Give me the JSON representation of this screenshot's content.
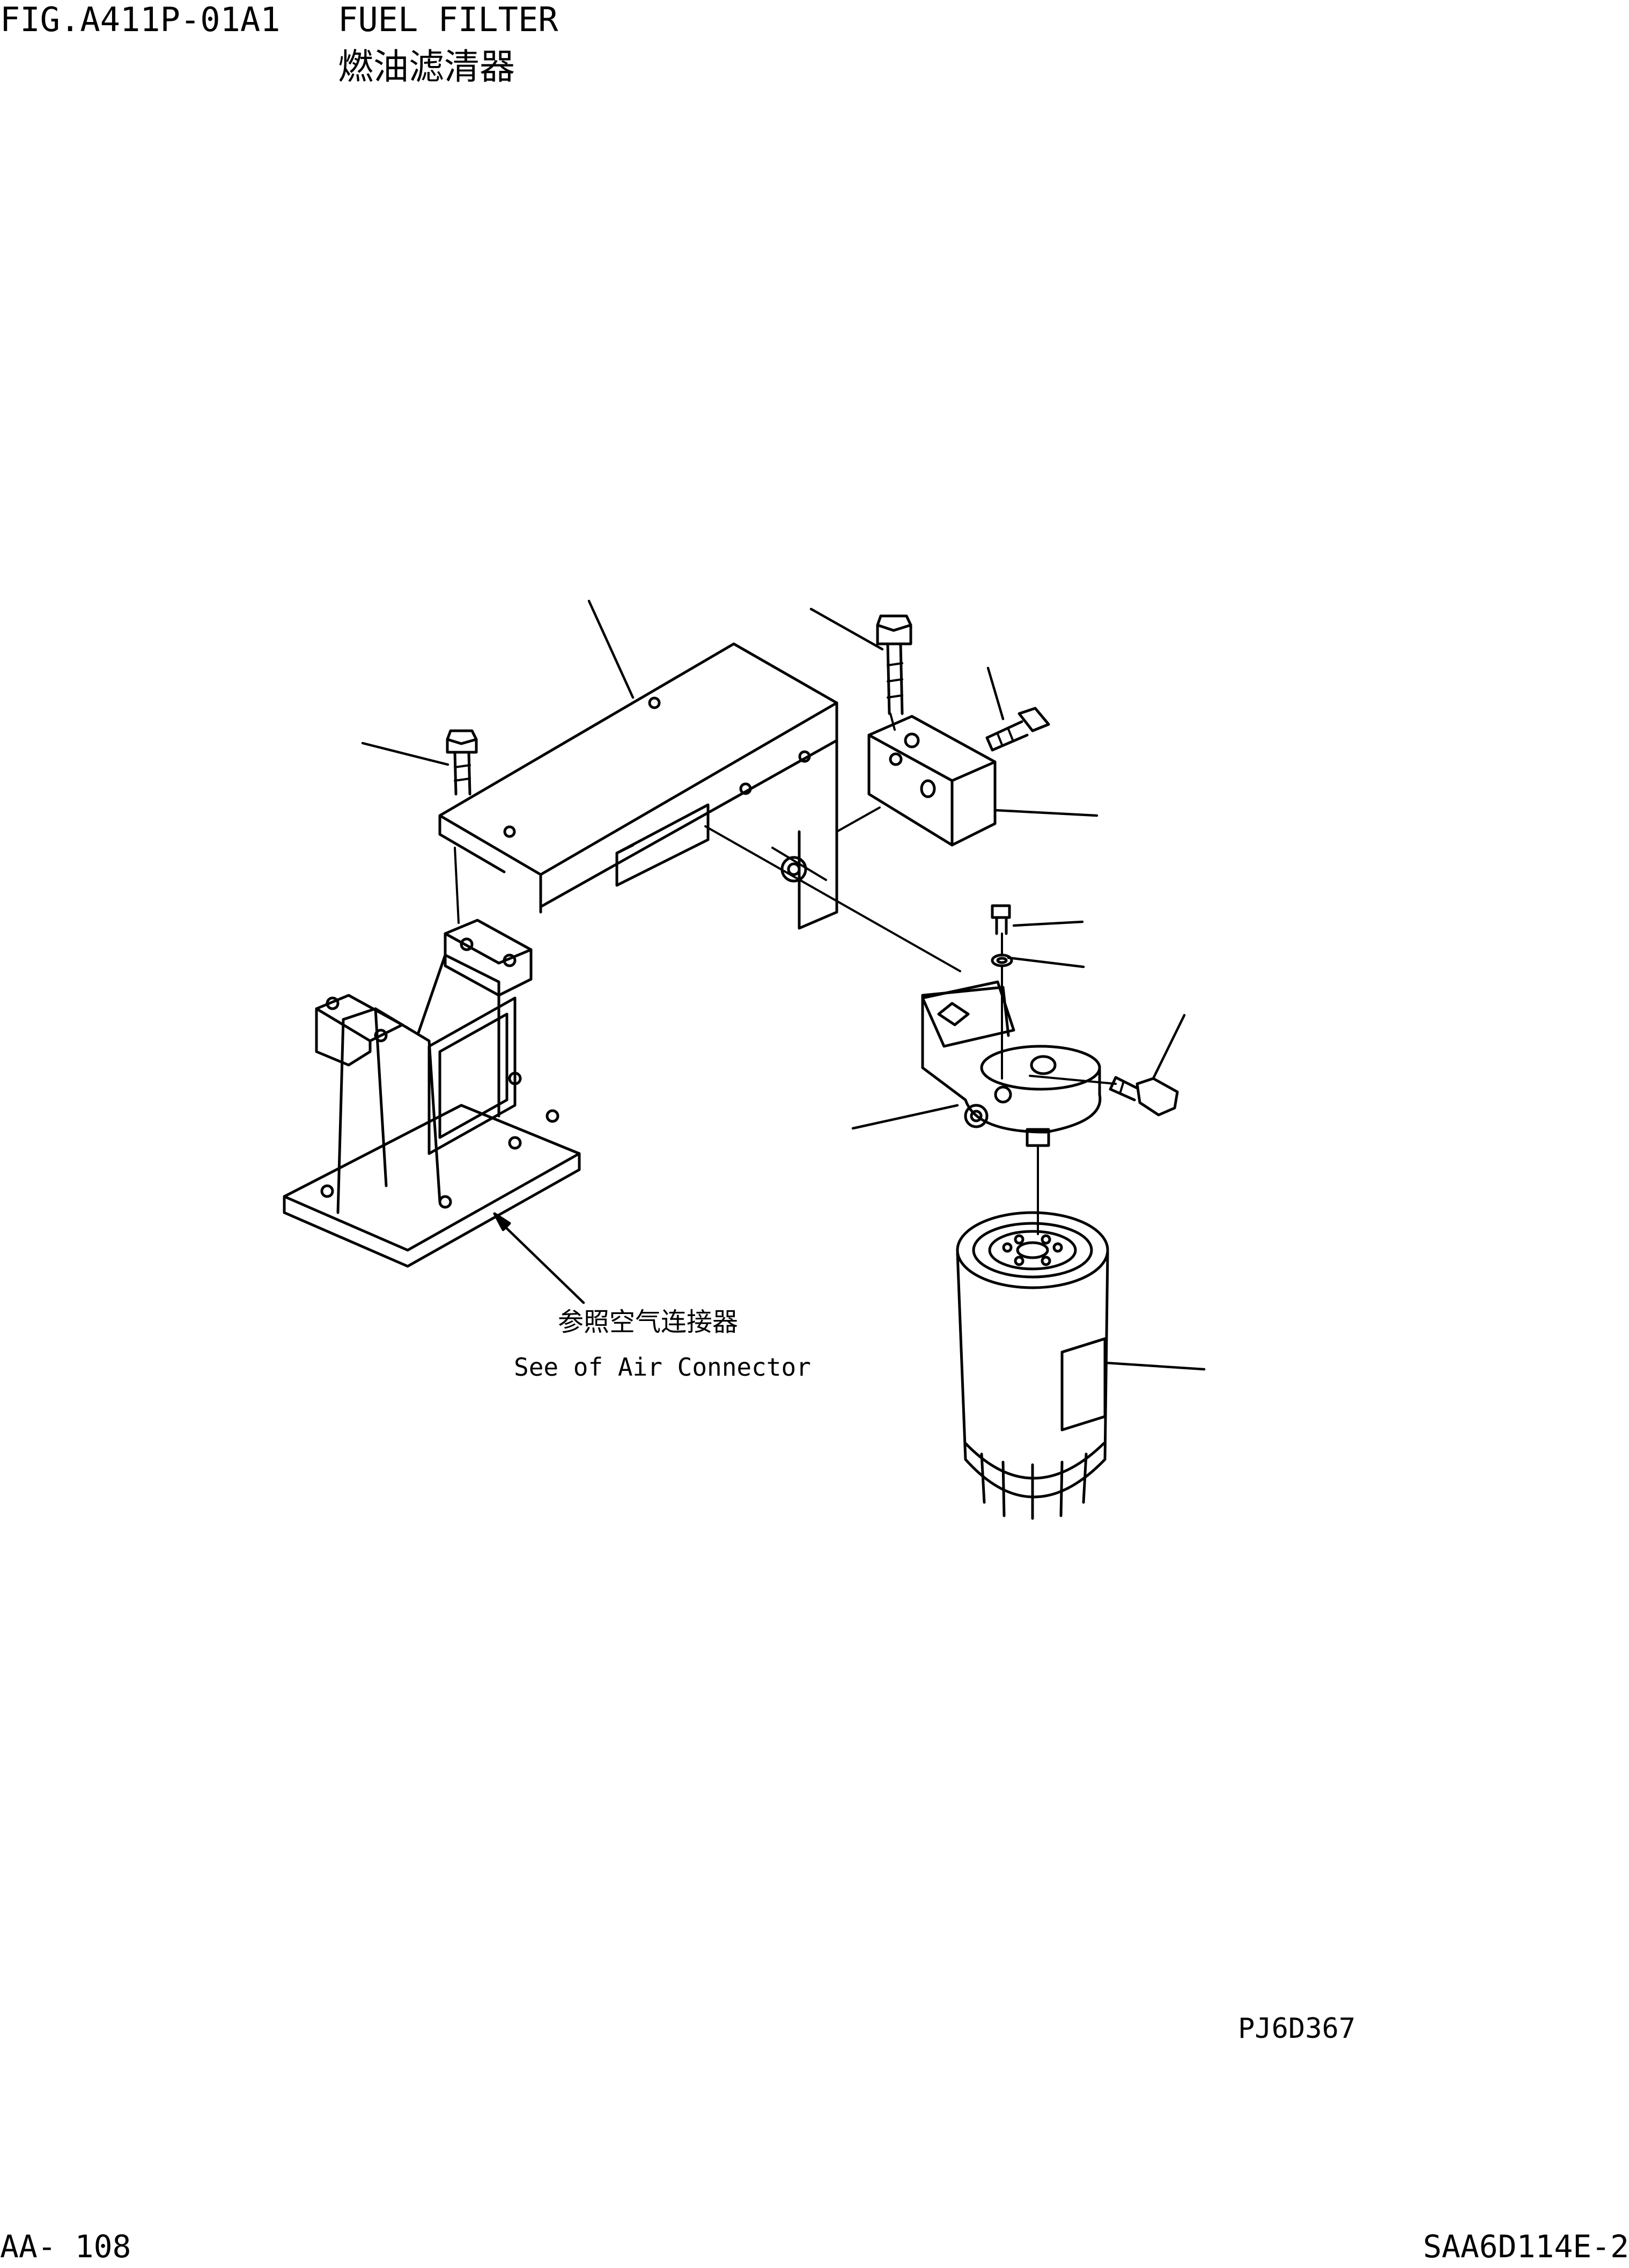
{
  "header": {
    "figure_code": "FIG.A411P-01A1",
    "title": "FUEL FILTER",
    "title_cn": "燃油滤清器"
  },
  "note": {
    "cn": "参照空气连接器",
    "en": "See of Air Connector"
  },
  "drawing_code": "PJ6D367",
  "footer": {
    "page": "AA- 108",
    "model": "SAA6D114E-2"
  }
}
